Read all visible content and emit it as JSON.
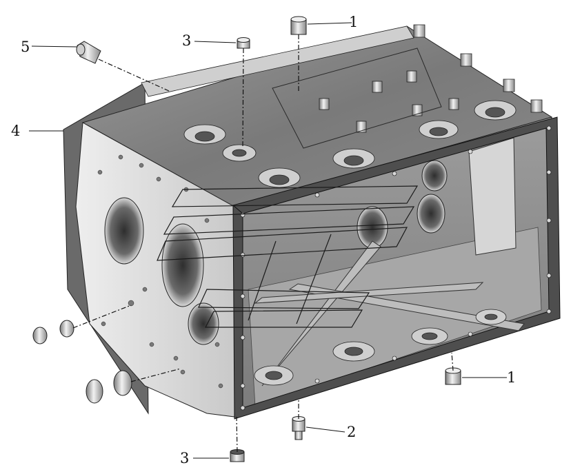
{
  "diagram": {
    "callouts": [
      {
        "id": "c1a",
        "label": "1"
      },
      {
        "id": "c1b",
        "label": "1"
      },
      {
        "id": "c2",
        "label": "2"
      },
      {
        "id": "c3a",
        "label": "3"
      },
      {
        "id": "c3b",
        "label": "3"
      },
      {
        "id": "c4",
        "label": "4"
      },
      {
        "id": "c5",
        "label": "5"
      }
    ],
    "colors": {
      "housing_light": "#e4e4e4",
      "housing_mid": "#b9b9b9",
      "housing_dark": "#6e6e6e",
      "interior": "#8f8f8f",
      "flange": "#5a5a5a",
      "line": "#222222"
    }
  }
}
